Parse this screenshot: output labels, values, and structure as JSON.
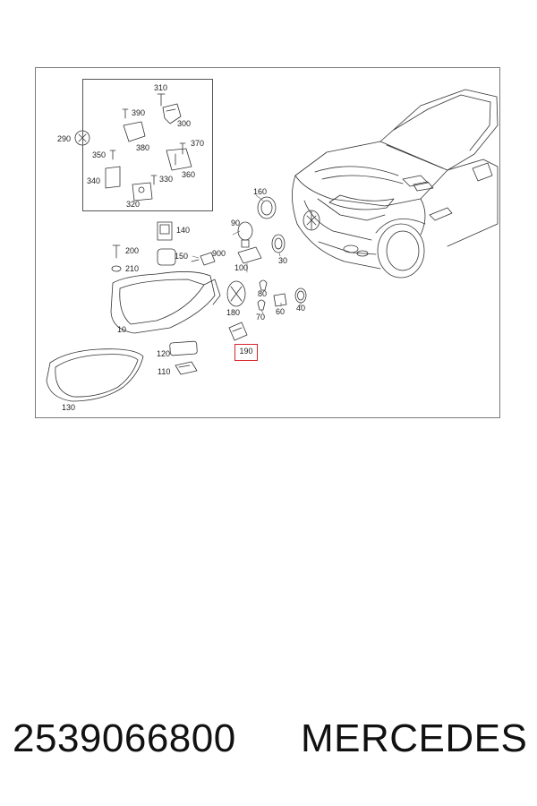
{
  "diagram": {
    "callouts": {
      "c10": "10",
      "c30": "30",
      "c40": "40",
      "c60": "60",
      "c70": "70",
      "c80": "80",
      "c90": "90",
      "c100": "100",
      "c110": "110",
      "c120": "120",
      "c130": "130",
      "c140": "140",
      "c150": "150",
      "c160": "160",
      "c180": "180",
      "c190": "190",
      "c200": "200",
      "c210": "210",
      "c290": "290",
      "c310": "310",
      "c300": "300",
      "c320": "320",
      "c330": "330",
      "c340": "340",
      "c350": "350",
      "c360": "360",
      "c370": "370",
      "c380": "380",
      "c390": "390",
      "c900": "900"
    },
    "highlighted_callout": "190",
    "highlight_color": "#d9232d"
  },
  "footer": {
    "part_number": "2539066800",
    "brand": "MERCEDES"
  }
}
